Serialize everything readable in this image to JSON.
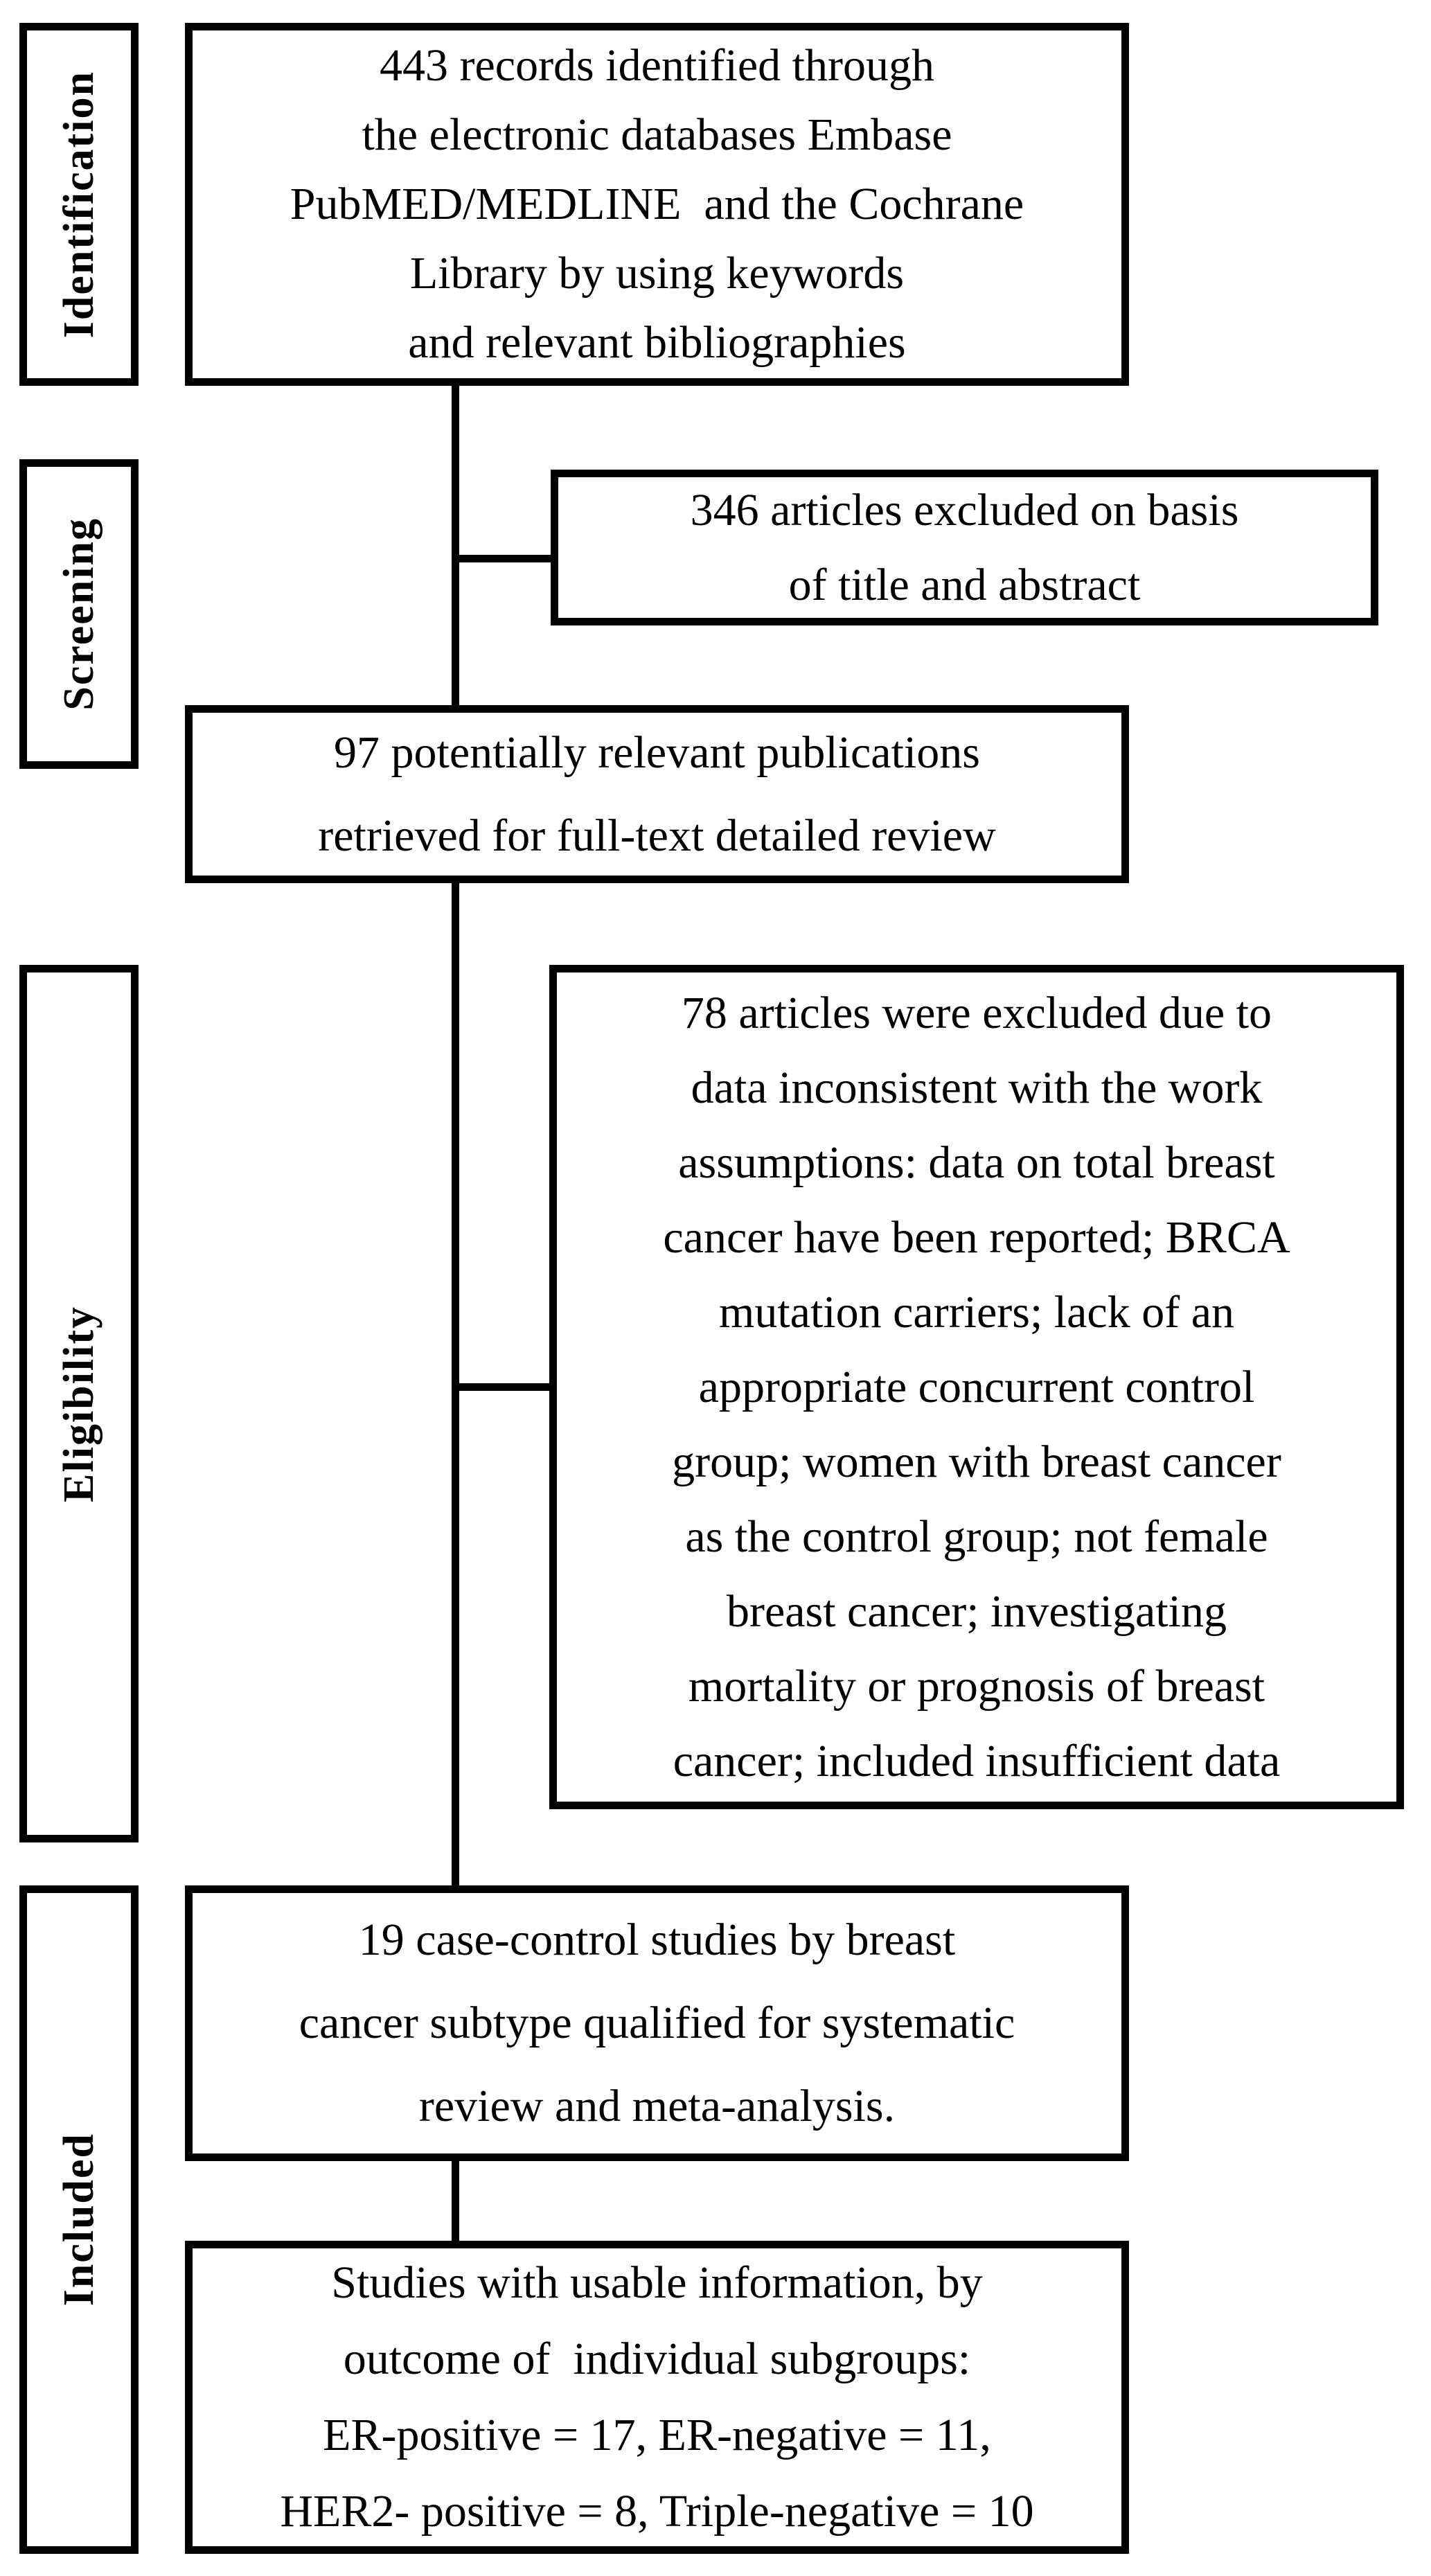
{
  "diagram": {
    "stages": [
      {
        "label": "Identification"
      },
      {
        "label": "Screening"
      },
      {
        "label": "Eligibility"
      },
      {
        "label": "Included"
      }
    ],
    "boxes": {
      "identified": {
        "lines": [
          "443 records identified through",
          "the electronic databases Embase",
          "PubMED/MEDLINE  and the Cochrane",
          "Library by using keywords",
          "and relevant bibliographies"
        ]
      },
      "excluded_title_abstract": {
        "lines": [
          "346 articles excluded on basis",
          "of title and abstract"
        ]
      },
      "fulltext_review": {
        "lines": [
          "97 potentially relevant publications",
          "retrieved for full-text detailed review"
        ]
      },
      "excluded_fulltext": {
        "lines": [
          "78 articles were excluded due to",
          "data inconsistent with the work",
          "assumptions: data on total breast",
          "cancer have been reported; BRCA",
          "mutation carriers; lack of an",
          "appropriate concurrent control",
          "group; women with breast cancer",
          "as the control group; not female",
          "breast cancer; investigating",
          "mortality or prognosis of breast",
          "cancer; included insufficient data"
        ]
      },
      "included_studies": {
        "lines": [
          "19 case-control studies by breast",
          "cancer subtype qualified for systematic",
          "review and meta-analysis."
        ]
      },
      "usable_information": {
        "lines": [
          "Studies with usable information, by",
          "outcome of  individual subgroups:",
          "ER-positive = 17, ER-negative = 11,",
          "HER2- positive = 8, Triple-negative = 10"
        ]
      }
    }
  }
}
